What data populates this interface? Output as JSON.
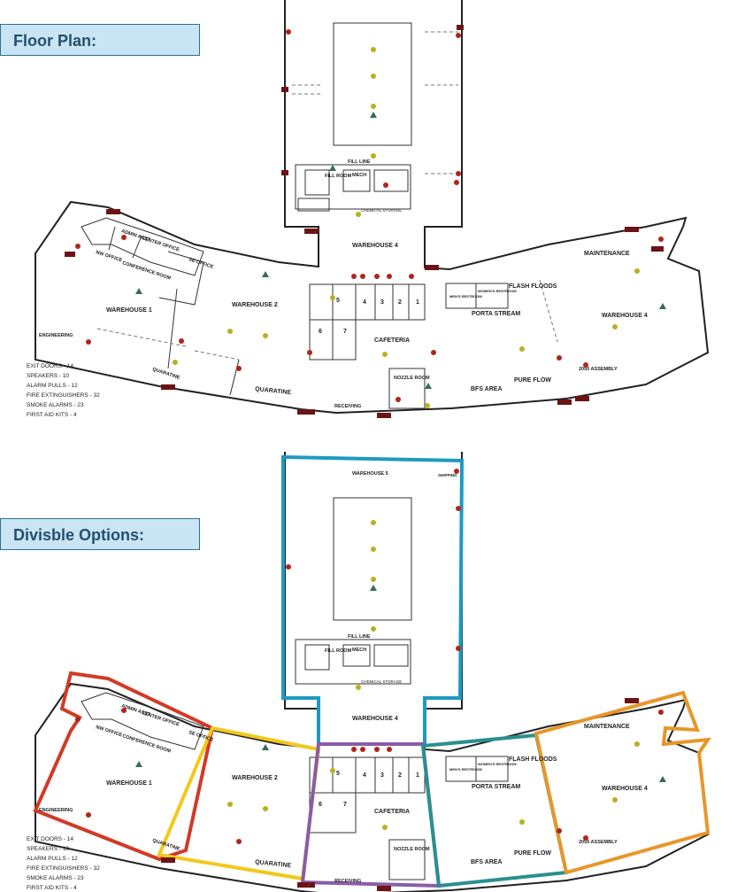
{
  "sections": {
    "floor_plan_label": "Floor Plan:",
    "divisible_label": "Divisble Options:"
  },
  "rooms": {
    "warehouse5": "WAREHOUSE 5",
    "shipping": "SHIPPING",
    "fill_line": "FILL LINE",
    "fill_room": "FILL ROOM",
    "mech": "MECH",
    "chemical_storage": "CHEMICAL STORAGE",
    "warehouse4_center": "WAREHOUSE 4",
    "admin_asst": "ADMIN ASST",
    "center_office": "CENTER OFFICE",
    "se_office": "SE OFFICE",
    "nw_office": "NW OFFICE",
    "conference_room": "CONFERENCE ROOM",
    "warehouse1": "WAREHOUSE 1",
    "engineering": "ENGINEERING",
    "quaratine_left": "QUARATINE",
    "warehouse2": "WAREHOUSE 2",
    "quaratine_right": "QUARATINE",
    "cafeteria": "CAFETERIA",
    "nozzle_room": "NOZZLE ROOM",
    "receiving": "RECEIVING",
    "room_1": "1",
    "room_2": "2",
    "room_3": "3",
    "room_4": "4",
    "room_5": "5",
    "room_6": "6",
    "room_7": "7",
    "mens_restroom": "MEN'S RESTROOM",
    "womens_restroom": "WOMEN'S RESTROOM",
    "flash_floods": "FLASH FLOODS",
    "porta_stream": "PORTA STREAM",
    "bfs_area": "BFS AREA",
    "pure_flow": "PURE FLOW",
    "assembly_2050": "2050 ASSEMBLY",
    "maintenance": "MAINTENANCE",
    "warehouse4_right": "WAREHOUSE 4"
  },
  "legend": [
    "EXIT DOORS - 14",
    "SPEAKERS - 10",
    "ALARM PULLS - 12",
    "FIRE EXTINGUISHERS - 32",
    "SMOKE ALARMS - 23",
    "FIRST AID KITS - 4"
  ],
  "colors": {
    "label_bg": "#c9e4f2",
    "label_border": "#2f6f95",
    "zone_warehouse5": "#1e9ac0",
    "zone_warehouse1": "#d23a26",
    "zone_warehouse2": "#f2c81c",
    "zone_cafeteria": "#8a5ca8",
    "zone_porta_stream": "#2a8f8f",
    "zone_warehouse4_right": "#e8962a"
  }
}
